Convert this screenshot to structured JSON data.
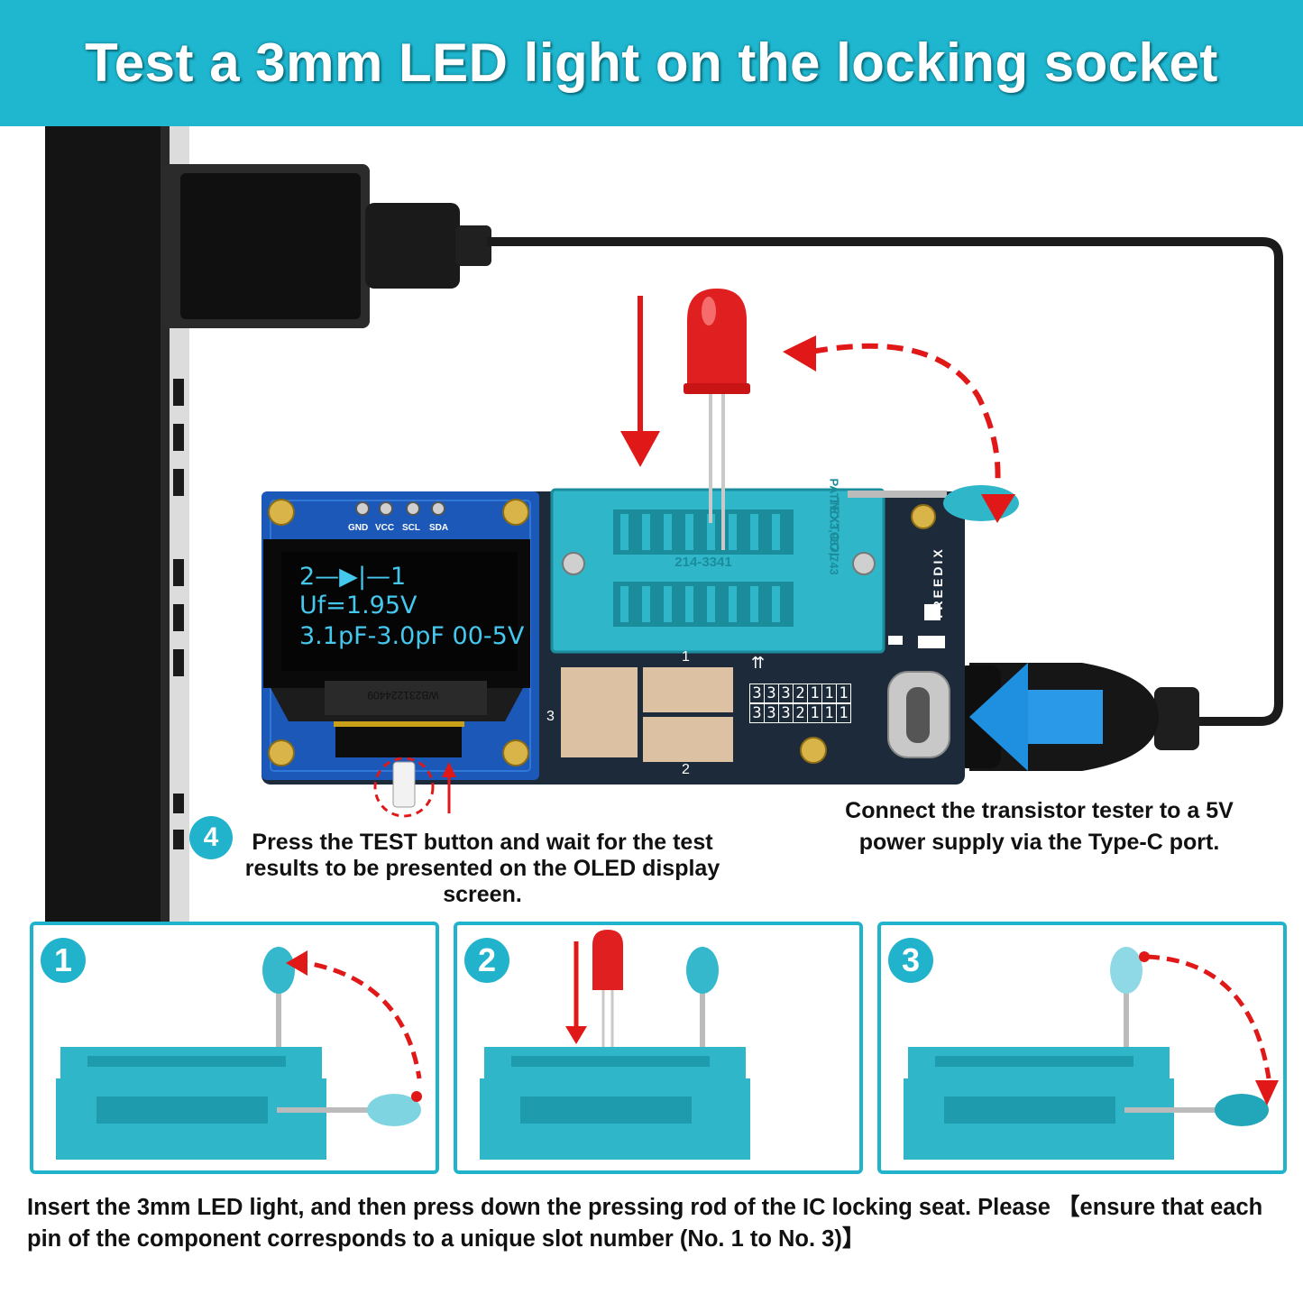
{
  "header": {
    "title": "Test a 3mm LED light on the locking socket"
  },
  "oled": {
    "line1": "2—▶|—1",
    "line2": "Uf=1.95V",
    "line3": "3.1pF-3.0pF  00-5V"
  },
  "pcb": {
    "pins": [
      "GND",
      "VCC",
      "SCL",
      "SDA"
    ],
    "socket_code": "214-3341",
    "socket_brand": "TEXTOOL",
    "socket_patent": "PAT.NO.3,957,743",
    "brand": "TREEDIX",
    "ribbon_code": "WB231224409",
    "slot1": "1",
    "slot2": "2",
    "slot3": "3",
    "grid_row1": [
      "3",
      "3",
      "3",
      "2",
      "1",
      "1",
      "1"
    ],
    "grid_row2": [
      "3",
      "3",
      "3",
      "2",
      "1",
      "1",
      "1"
    ]
  },
  "callouts": {
    "test_step_number": "4",
    "test_text": "Press the TEST button and wait for the test results to be presented on the OLED display screen.",
    "power_text": "Connect the transistor tester to a 5V power supply via the Type-C port."
  },
  "steps": [
    {
      "number": "1"
    },
    {
      "number": "2"
    },
    {
      "number": "3"
    }
  ],
  "footer": {
    "caption": "Insert the 3mm LED light, and then press down the pressing rod of the IC locking seat. Please 【ensure that each pin of the component corresponds to a unique slot number (No. 1 to No. 3)】"
  },
  "colors": {
    "accent": "#1fb6cf",
    "socket": "#2fb7c9",
    "pcb": "#1c2a3a",
    "oled_text": "#45c8ee",
    "arrow_red": "#e01818",
    "arrow_blue": "#1f8fe0",
    "led_red": "#e02020"
  }
}
